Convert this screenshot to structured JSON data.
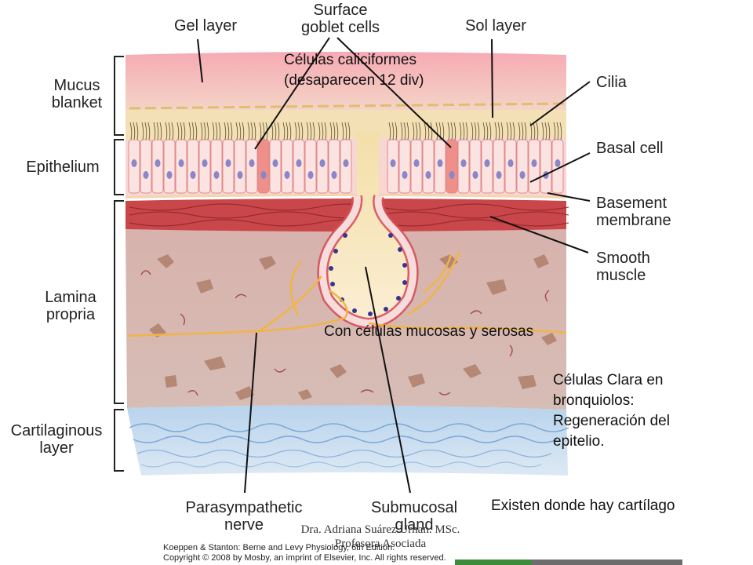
{
  "labels": {
    "gel_layer": "Gel layer",
    "surface_goblet": "Surface\ngoblet cells",
    "sol_layer": "Sol layer",
    "cilia": "Cilia",
    "basal_cell": "Basal cell",
    "basement_membrane": "Basement\nmembrane",
    "smooth_muscle": "Smooth\nmuscle",
    "mucus_blanket": "Mucus\nblanket",
    "epithelium": "Epithelium",
    "lamina_propria": "Lamina\npropria",
    "cartilaginous_layer": "Cartilaginous\nlayer",
    "parasympathetic_nerve": "Parasympathetic\nnerve",
    "submucosal_gland": "Submucosal\ngland"
  },
  "annotations": {
    "goblet_note": "Células caliciformes\n(desaparecen 12 div)",
    "gland_note": "Con células mucosas y serosas",
    "clara_note": "Células Clara en\nbronquiolos:\nRegeneración del\nepitelio.",
    "cartilage_note": "Existen donde hay cartílago"
  },
  "footer": {
    "author": "Dra. Adriana Suárez Urhan. MSc.\nProfesora Asociada",
    "credit": "Koeppen & Stanton: Berne and Levy Physiology, 6th Edition.\nCopyright © 2008 by Mosby, an imprint of Elsevier, Inc. All rights reserved."
  },
  "colors": {
    "mucus_gel": "#f2c0c4",
    "sol": "#f3dfb0",
    "epithelium": "#f6d2d2",
    "muscle": "#c8484a",
    "lamina": "#d9b7b0",
    "cartilage": "#c6dcee",
    "nerve": "#f2b94a"
  }
}
